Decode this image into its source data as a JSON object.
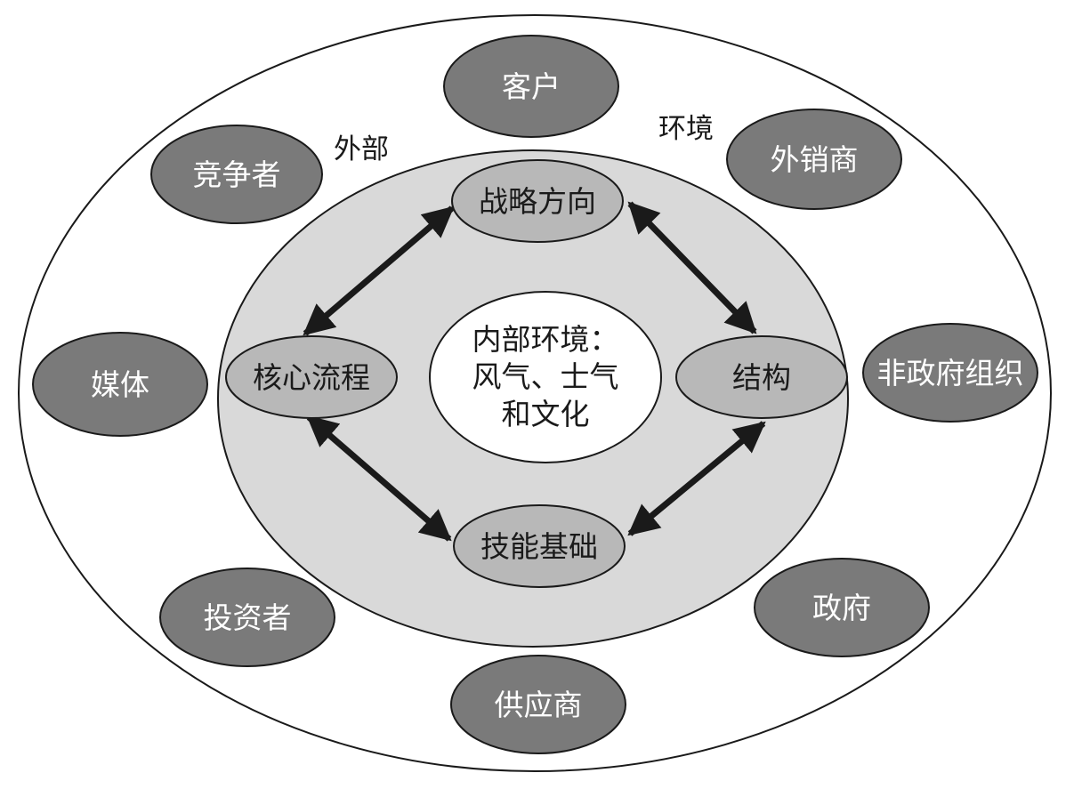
{
  "colors": {
    "outer_fill": "#ffffff",
    "outer_stroke": "#1a1a1a",
    "middle_fill": "#d9d9d9",
    "inner_node_fill": "#b8b8b8",
    "center_fill": "#ffffff",
    "stakeholder_fill": "#7a7a7a",
    "arrow": "#1a1a1a"
  },
  "external_environment": {
    "label_left": "外部",
    "label_right": "环境",
    "stakeholders": {
      "customer": "客户",
      "competitor": "竞争者",
      "distributor": "外销商",
      "media": "媒体",
      "ngo": "非政府组织",
      "investor": "投资者",
      "government": "政府",
      "supplier": "供应商"
    }
  },
  "internal_environment": {
    "center_lines": [
      "内部环境：",
      "风气、士气",
      "和文化"
    ],
    "nodes": {
      "strategy": "战略方向",
      "structure": "结构",
      "skills": "技能基础",
      "core_process": "核心流程"
    }
  },
  "links": [
    {
      "from": "strategy",
      "to": "structure",
      "direction": "both"
    },
    {
      "from": "structure",
      "to": "skills",
      "direction": "both"
    },
    {
      "from": "skills",
      "to": "core_process",
      "direction": "both"
    },
    {
      "from": "core_process",
      "to": "strategy",
      "direction": "both"
    }
  ]
}
